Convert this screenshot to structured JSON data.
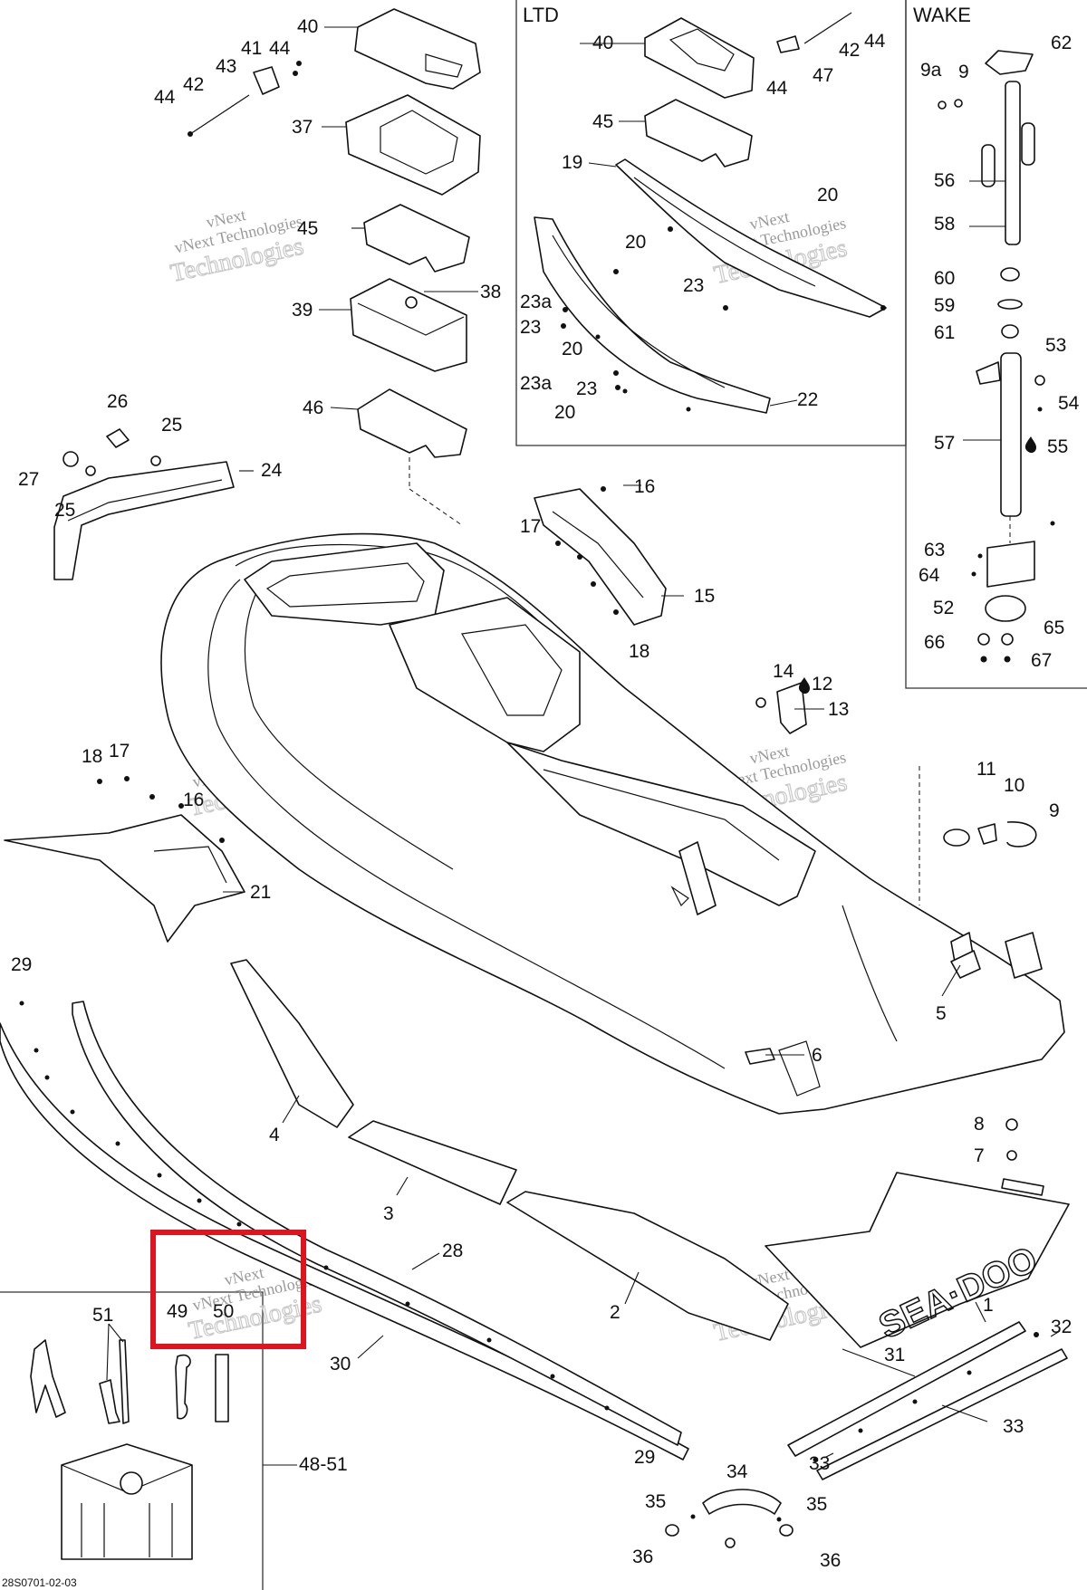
{
  "diagram_code": "28S0701-02-03",
  "watermark": {
    "line1": "vNext",
    "line2": "vNext Technologies",
    "line3": "Technologies"
  },
  "insets": {
    "ltd_title": "LTD",
    "wake_title": "WAKE"
  },
  "highlight": {
    "color": "#e0141e",
    "part_labels": [
      "49",
      "50"
    ]
  },
  "part_labels": {
    "p44a": "44",
    "p42a": "42",
    "p43": "43",
    "p41": "41",
    "p44b": "44",
    "p40": "40",
    "p37": "37",
    "p45": "45",
    "p39": "39",
    "p38": "38",
    "p46": "46",
    "p26": "26",
    "p25a": "25",
    "p27": "27",
    "p25b": "25",
    "p24": "24",
    "p16a": "16",
    "p17a": "17",
    "p15": "15",
    "p18a": "18",
    "p14": "14",
    "p12": "12",
    "p13": "13",
    "p18b": "18",
    "p17b": "17",
    "p16b": "16",
    "p21": "21",
    "p11": "11",
    "p10": "10",
    "p9": "9",
    "p5": "5",
    "p6": "6",
    "p29a": "29",
    "p4": "4",
    "p3": "3",
    "p28": "28",
    "p2": "2",
    "p1": "1",
    "p8": "8",
    "p7": "7",
    "p32": "32",
    "p31": "31",
    "p33a": "33",
    "p33b": "33",
    "p30": "30",
    "p29b": "29",
    "p34": "34",
    "p35a": "35",
    "p35b": "35",
    "p36a": "36",
    "p36b": "36",
    "p51": "51",
    "p49": "49",
    "p50": "50",
    "p48_51": "48-51",
    "ltd40": "40",
    "ltd42": "42",
    "ltd44a": "44",
    "ltd44b": "44",
    "ltd47": "47",
    "ltd45": "45",
    "ltd19": "19",
    "ltd20a": "20",
    "ltd20b": "20",
    "ltd23a_a": "23a",
    "ltd23a": "23",
    "ltd23b": "23",
    "ltd20c": "20",
    "ltd23a_b": "23a",
    "ltd23c": "23",
    "ltd20d": "20",
    "ltd22": "22",
    "w9a": "9a",
    "w9": "9",
    "w62": "62",
    "w56": "56",
    "w58": "58",
    "w60": "60",
    "w59": "59",
    "w61": "61",
    "w53": "53",
    "w54": "54",
    "w57": "57",
    "w55": "55",
    "w63": "63",
    "w64": "64",
    "w52": "52",
    "w65": "65",
    "w66": "66",
    "w67": "67"
  }
}
